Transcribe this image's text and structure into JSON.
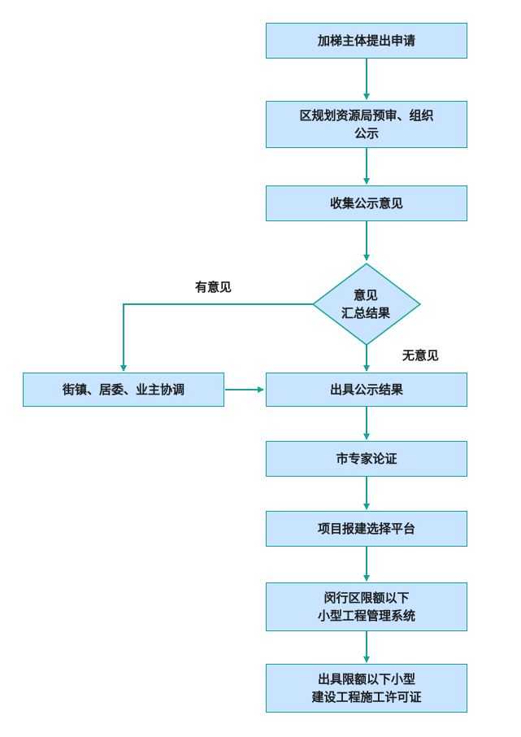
{
  "flowchart": {
    "colors": {
      "box_fill": "#c9e4ff",
      "box_border": "#12a39a",
      "connector": "#12a39a",
      "text": "#1a1a1a"
    },
    "nodes": {
      "apply": "加梯主体提出申请",
      "prereview_line1": "区规划资源局预审、组织",
      "prereview_line2": "公示",
      "collect": "收集公示意见",
      "decision_line1": "意见",
      "decision_line2": "汇总结果",
      "coordinate": "街镇、居委、业主协调",
      "result": "出具公示结果",
      "expert": "市专家论证",
      "platform": "项目报建选择平台",
      "system_line1": "闵行区限额以下",
      "system_line2": "小型工程管理系统",
      "permit_line1": "出具限额以下小型",
      "permit_line2": "建设工程施工许可证"
    },
    "edge_labels": {
      "has_opinion": "有意见",
      "no_opinion": "无意见"
    }
  }
}
